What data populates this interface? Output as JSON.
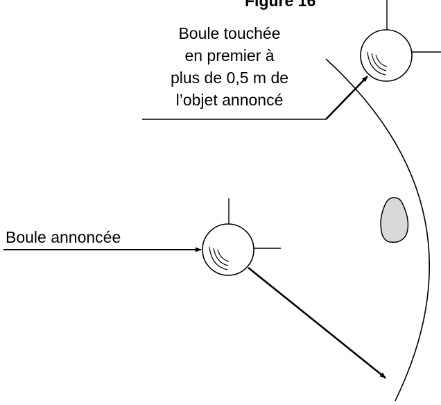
{
  "figure": {
    "title": "Figure 16",
    "labels": {
      "first_ball_hit": [
        "Boule touchée",
        "en premier à",
        "plus de 0,5 m de",
        "l’objet annoncé"
      ],
      "announced_ball": "Boule annoncée"
    },
    "colors": {
      "stroke": "#000000",
      "obstacle_fill": "#d9d9d9",
      "background": "#ffffff"
    }
  }
}
